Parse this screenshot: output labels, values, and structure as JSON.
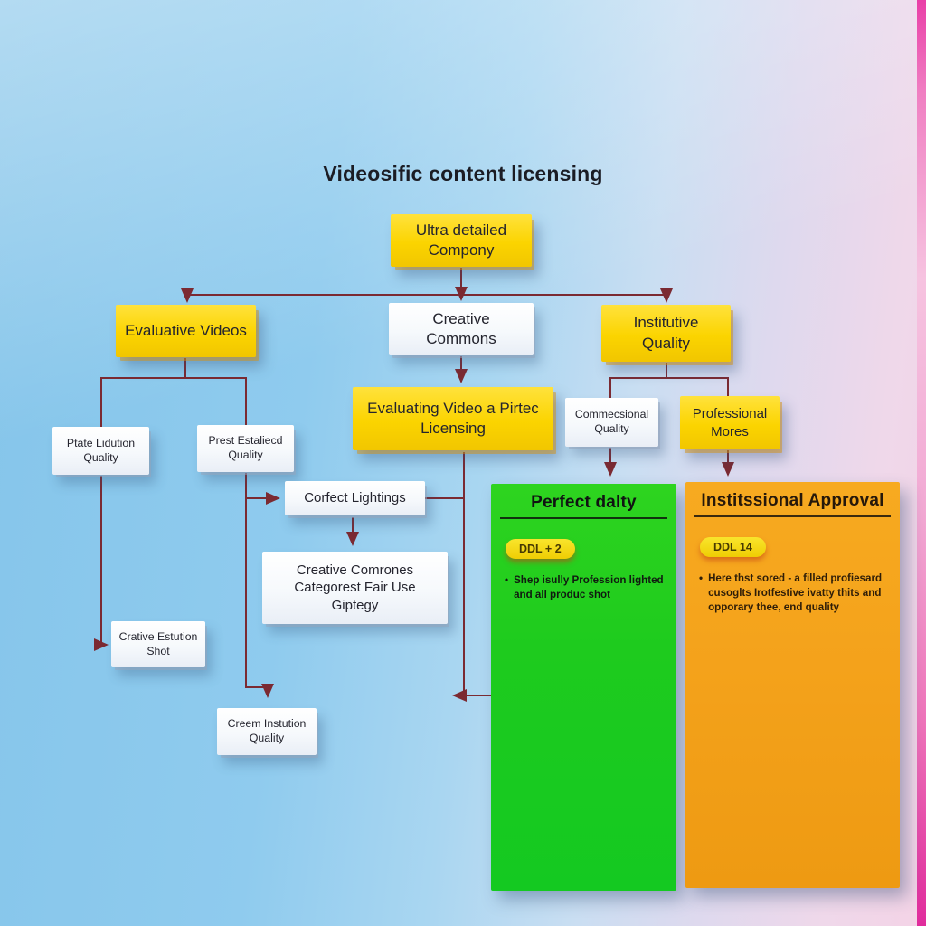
{
  "title": "Videosific content licensing",
  "nodes": {
    "root": "Ultra detailed Compony",
    "evaluative_videos": "Evaluative Videos",
    "creative_commons": "Creative Commons",
    "institutive_quality": "Institutive Quality",
    "evaluating_video": "Evaluating Video a Pirtec Licensing",
    "ptate_lidution": "Ptate Lidution Quality",
    "prest_estaliecd": "Prest Estaliecd Quality",
    "corfect_lightings": "Corfect Lightings",
    "creative_categories": "Creative Comrones Categorest Fair Use Giptegy",
    "crative_estution": "Crative Estution Shot",
    "creem_instution": "Creem Instution Quality",
    "commecsional_quality": "Commecsional Quality",
    "professional_mores": "Professional Mores"
  },
  "panels": {
    "green": {
      "title": "Perfect dalty",
      "badge": "DDL + 2",
      "bullet_marker": "•",
      "bullet": "Shep isully Profession lighted and all produc shot",
      "color": "#1ecb1e"
    },
    "orange": {
      "title": "Institssional Approval",
      "badge": "DDL 14",
      "bullet_marker": "•",
      "bullet": "Here thst sored - a filled profiesard cusoglts Irotfestive ivatty thits and opporary thee, end quality",
      "color": "#f4a21b"
    }
  },
  "colors": {
    "connector": "#7b2a32",
    "node_yellow": "#fbd400",
    "node_white": "#f4f7fb",
    "badge_yellow": "#f2d60a",
    "background_left": "#85c5ea",
    "background_right": "#f4d3e6",
    "edge_pink": "#e93fa7"
  }
}
